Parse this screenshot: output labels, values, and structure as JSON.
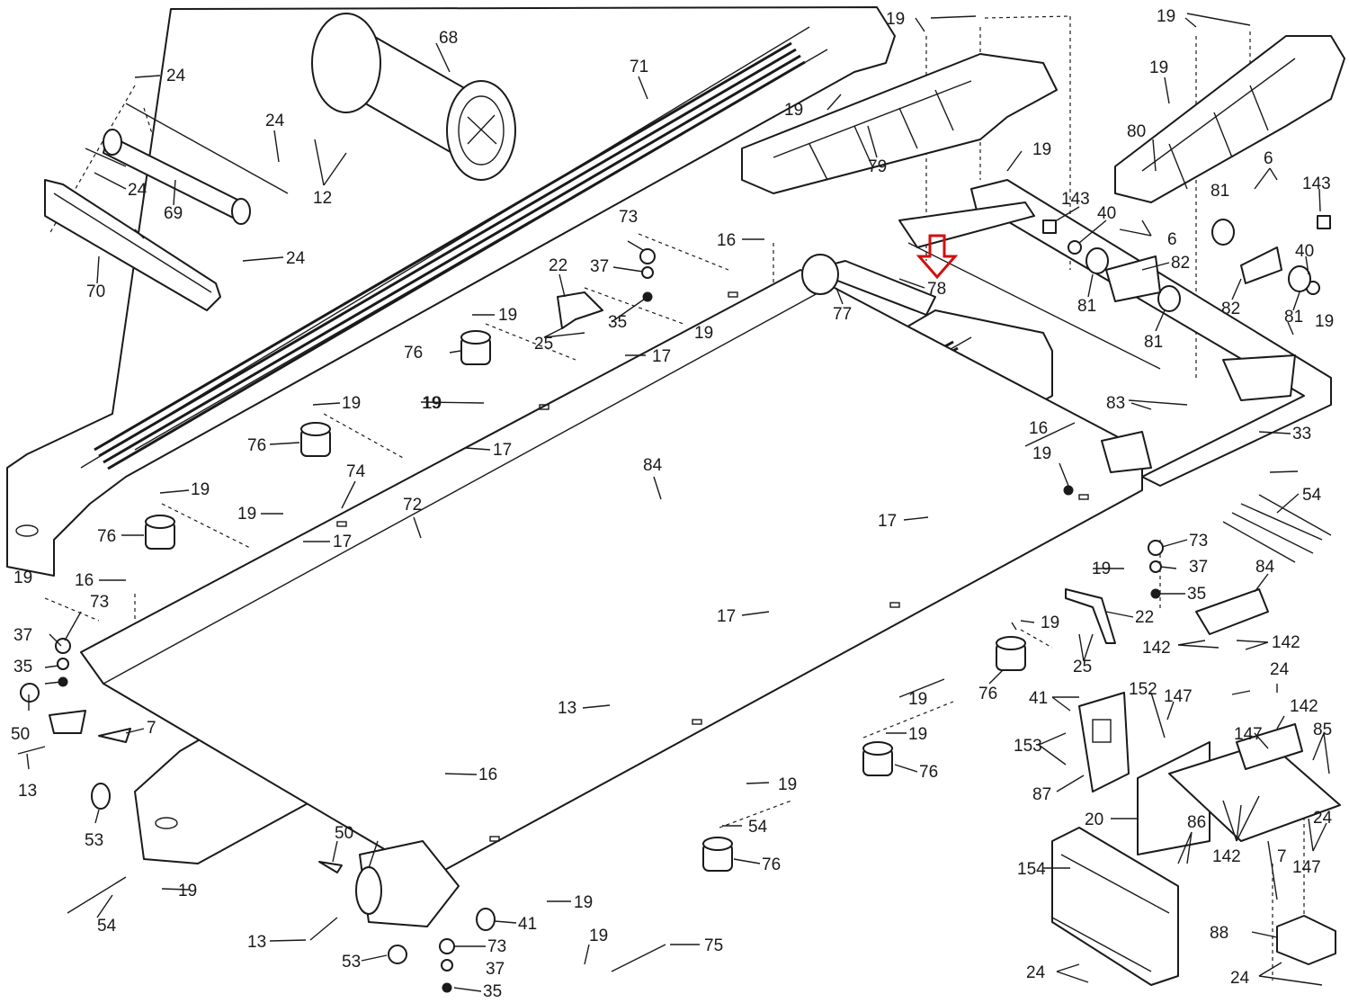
{
  "accent_color": "#d10f0f",
  "highlighted_part": "78",
  "callouts": [
    "68",
    "71",
    "24",
    "24",
    "24",
    "24",
    "12",
    "69",
    "70",
    "19",
    "19",
    "19",
    "19",
    "19",
    "19",
    "80",
    "6",
    "6",
    "143",
    "143",
    "79",
    "40",
    "40",
    "82",
    "82",
    "81",
    "81",
    "81",
    "81",
    "16",
    "16",
    "16",
    "16",
    "73",
    "73",
    "73",
    "73",
    "37",
    "37",
    "37",
    "37",
    "22",
    "22",
    "35",
    "35",
    "35",
    "35",
    "25",
    "25",
    "78",
    "77",
    "19",
    "76",
    "76",
    "76",
    "76",
    "76",
    "76",
    "17",
    "17",
    "17",
    "17",
    "17",
    "13",
    "13",
    "13",
    "83",
    "33",
    "19",
    "19",
    "19",
    "19",
    "19",
    "19",
    "19",
    "19",
    "19",
    "19",
    "19",
    "19",
    "54",
    "54",
    "54",
    "75",
    "74",
    "72",
    "84",
    "84",
    "142",
    "142",
    "142",
    "142",
    "7",
    "7",
    "50",
    "50",
    "53",
    "53",
    "41",
    "41",
    "153",
    "152",
    "147",
    "147",
    "147",
    "24",
    "24",
    "85",
    "87",
    "20",
    "86",
    "154",
    "88"
  ]
}
